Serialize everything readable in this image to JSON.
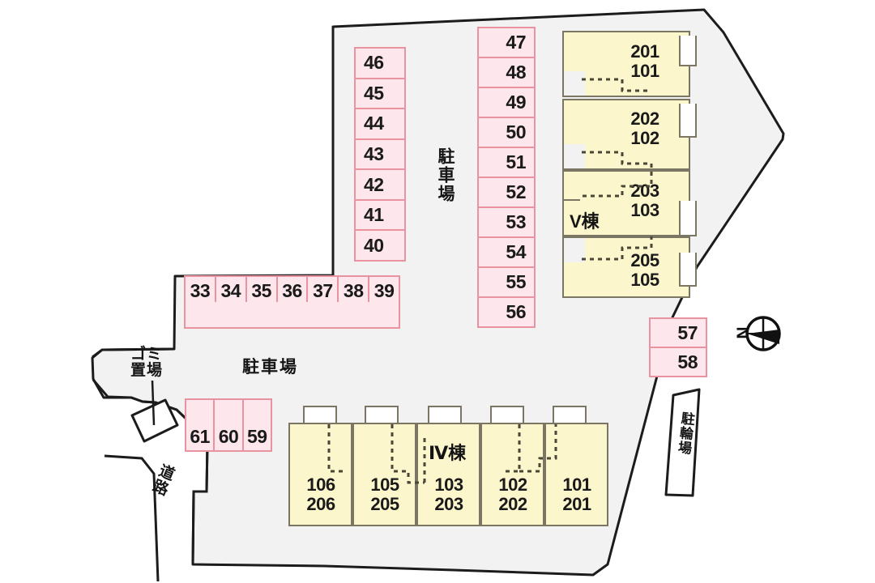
{
  "map": {
    "title": "apartment-site-plan",
    "colors": {
      "stall_fill": "#fde7ec",
      "stall_border": "#e8939f",
      "building_fill": "#fcf6cd",
      "building_border": "#7a7663",
      "site_fill": "#f2f2f2",
      "site_border": "#1a1a1a"
    },
    "parking_groups": [
      {
        "id": "column-40-46",
        "orientation": "vertical",
        "stalls": [
          "46",
          "45",
          "44",
          "43",
          "42",
          "41",
          "40"
        ]
      },
      {
        "id": "column-47-56",
        "orientation": "vertical",
        "stalls": [
          "47",
          "48",
          "49",
          "50",
          "51",
          "52",
          "53",
          "54",
          "55",
          "56"
        ]
      },
      {
        "id": "row-33-39",
        "orientation": "horizontal",
        "stalls": [
          "33",
          "34",
          "35",
          "36",
          "37",
          "38",
          "39"
        ]
      },
      {
        "id": "row-59-61",
        "orientation": "horizontal",
        "stalls": [
          "61",
          "60",
          "59"
        ]
      },
      {
        "id": "column-57-58",
        "orientation": "vertical",
        "stalls": [
          "57",
          "58"
        ]
      }
    ],
    "buildings": [
      {
        "id": "building-v",
        "name": "V棟",
        "units": [
          {
            "upper": "201",
            "lower": "101"
          },
          {
            "upper": "202",
            "lower": "102"
          },
          {
            "upper": "203",
            "lower": "103"
          },
          {
            "upper": "205",
            "lower": "105"
          }
        ]
      },
      {
        "id": "building-iv",
        "name": "Ⅳ棟",
        "units": [
          {
            "upper": "106",
            "lower": "206"
          },
          {
            "upper": "105",
            "lower": "205"
          },
          {
            "upper": "103",
            "lower": "203"
          },
          {
            "upper": "102",
            "lower": "202"
          },
          {
            "upper": "101",
            "lower": "201"
          }
        ]
      }
    ],
    "labels": {
      "parking_middle": "駐車場",
      "parking_lower": "駐車場",
      "garbage_area": "ゴミ\n置場",
      "bicycle_parking": "駐輪場",
      "road": "道路"
    },
    "compass": {
      "letter": "N",
      "name": "north-arrow"
    }
  }
}
